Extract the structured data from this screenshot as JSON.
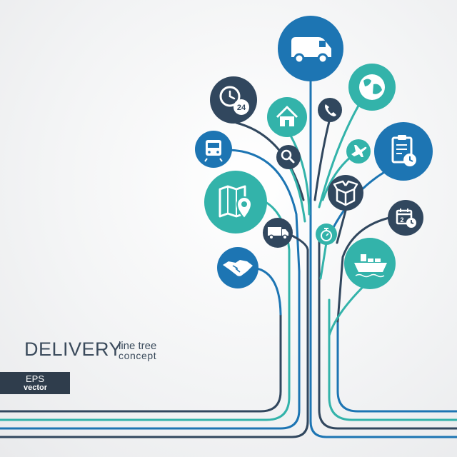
{
  "title": {
    "main": "DELIVERY",
    "sub_line1": "line tree",
    "sub_line2": "concept"
  },
  "badge": {
    "line1": "EPS",
    "line2": "vector"
  },
  "colors": {
    "navy": "#31475e",
    "blue": "#1d75b3",
    "teal": "#33b3aa",
    "dark_text": "#3b4b5c",
    "badge_bg": "#2f3d4c"
  },
  "nodes": [
    {
      "id": "van",
      "icon": "van-icon",
      "color": "blue",
      "label": ""
    },
    {
      "id": "clock24",
      "icon": "clock-24-icon",
      "color": "navy",
      "label": "24"
    },
    {
      "id": "globe",
      "icon": "globe-icon",
      "color": "teal",
      "label": ""
    },
    {
      "id": "home",
      "icon": "home-icon",
      "color": "teal",
      "label": ""
    },
    {
      "id": "phone",
      "icon": "phone-icon",
      "color": "navy",
      "label": ""
    },
    {
      "id": "clipboard",
      "icon": "clipboard-clock-icon",
      "color": "blue",
      "label": ""
    },
    {
      "id": "train",
      "icon": "train-icon",
      "color": "blue",
      "label": ""
    },
    {
      "id": "search",
      "icon": "search-icon",
      "color": "teal",
      "label": ""
    },
    {
      "id": "plane",
      "icon": "airplane-icon",
      "color": "teal",
      "label": ""
    },
    {
      "id": "map",
      "icon": "map-pin-icon",
      "color": "teal",
      "label": ""
    },
    {
      "id": "box",
      "icon": "package-box-icon",
      "color": "navy",
      "label": ""
    },
    {
      "id": "calendar",
      "icon": "calendar-clock-icon",
      "color": "navy",
      "label": "2"
    },
    {
      "id": "truck",
      "icon": "truck-icon",
      "color": "navy",
      "label": ""
    },
    {
      "id": "stopwatch",
      "icon": "stopwatch-icon",
      "color": "teal",
      "label": ""
    },
    {
      "id": "handshake",
      "icon": "handshake-icon",
      "color": "blue",
      "label": ""
    },
    {
      "id": "ship",
      "icon": "cargo-ship-icon",
      "color": "teal",
      "label": ""
    }
  ]
}
